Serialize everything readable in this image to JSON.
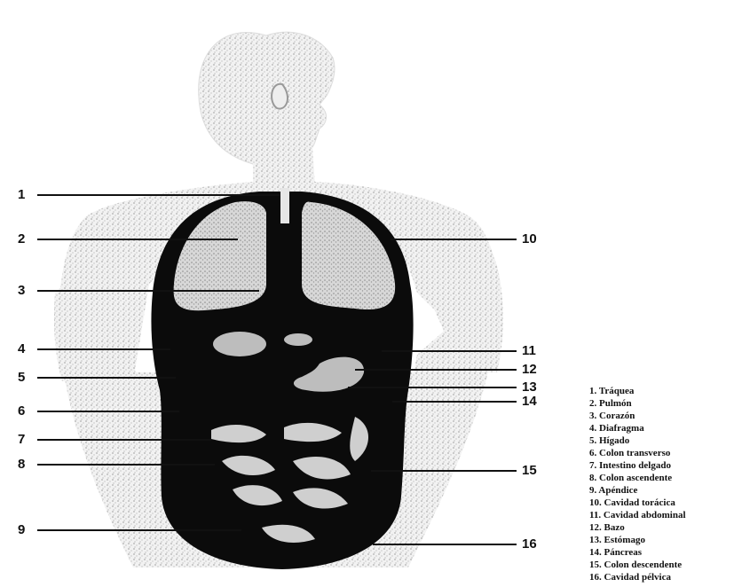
{
  "diagram": {
    "labels": [
      {
        "number": "1",
        "name": "Tráquea"
      },
      {
        "number": "2",
        "name": "Pulmón"
      },
      {
        "number": "3",
        "name": "Corazón"
      },
      {
        "number": "4",
        "name": "Diafragma"
      },
      {
        "number": "5",
        "name": "Hígado"
      },
      {
        "number": "6",
        "name": "Colon transverso"
      },
      {
        "number": "7",
        "name": "Intestino delgado"
      },
      {
        "number": "8",
        "name": "Colon ascendente"
      },
      {
        "number": "9",
        "name": "Apéndice"
      },
      {
        "number": "10",
        "name": "Cavidad torácica"
      },
      {
        "number": "11",
        "name": "Cavidad abdominal"
      },
      {
        "number": "12",
        "name": "Bazo"
      },
      {
        "number": "13",
        "name": "Estómago"
      },
      {
        "number": "14",
        "name": "Páncreas"
      },
      {
        "number": "15",
        "name": "Colon descendente"
      },
      {
        "number": "16",
        "name": "Cavidad pélvica"
      }
    ],
    "colors": {
      "ink": "#111111",
      "skin_stipple": "#cfcfcf",
      "cavity": "#0b0b0b",
      "organ_highlight": "#bdbdbd"
    }
  }
}
